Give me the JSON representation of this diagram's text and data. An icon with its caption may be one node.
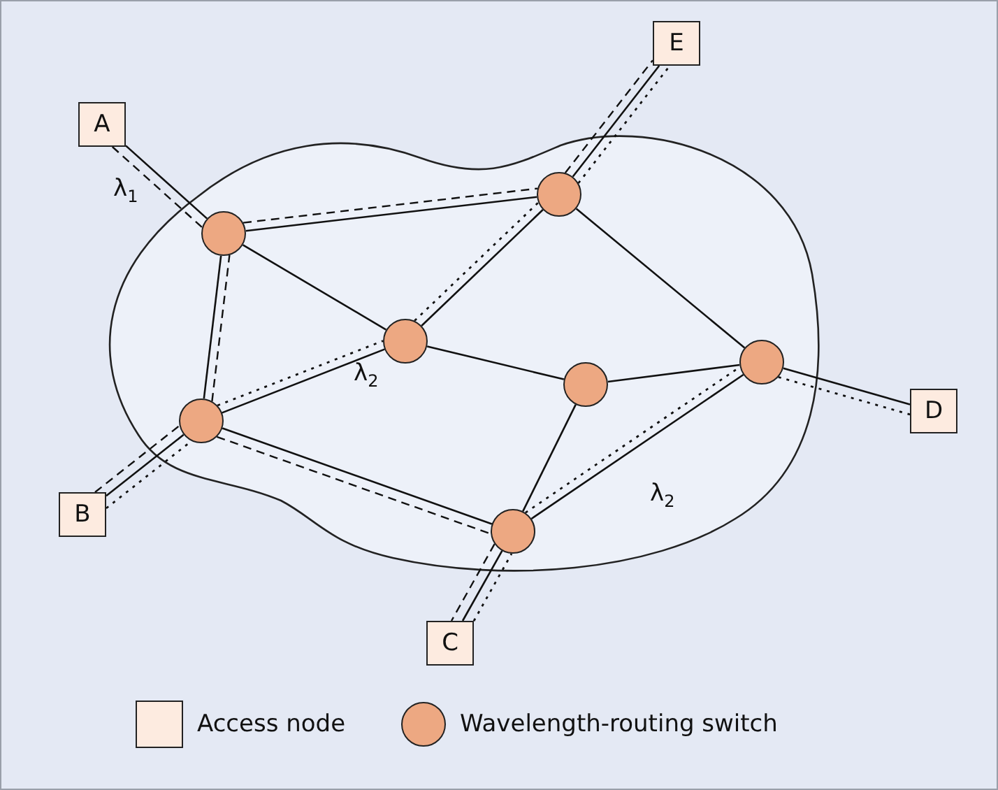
{
  "diagram": {
    "nodes": [
      {
        "text": [
          "A"
        ]
      },
      {
        "text": [
          "E"
        ]
      },
      {
        "text": [],
        "shape": "cloud"
      },
      {
        "text": [],
        "shape": "circle",
        "in": 2
      },
      {
        "text": [],
        "shape": "circle",
        "in": 2
      },
      {
        "text": [],
        "shape": "circle",
        "in": 2
      },
      {
        "text": [],
        "shape": "circle",
        "in": 2
      },
      {
        "text": [],
        "shape": "circle",
        "in": 2
      },
      {
        "text": [],
        "shape": "circle",
        "in": 2
      },
      {
        "text": [],
        "shape": "circle",
        "in": 2
      },
      {
        "text": [
          "D"
        ]
      },
      {
        "text": [
          "B"
        ]
      },
      {
        "text": [
          "C"
        ]
      }
    ],
    "edges": [
      {
        "from": 0,
        "to": 3,
        "arrow": "none"
      },
      {
        "from": 3,
        "to": 4,
        "arrow": "none"
      },
      {
        "from": 1,
        "to": 4,
        "arrow": "none"
      },
      {
        "from": 3,
        "to": 5,
        "arrow": "none"
      },
      {
        "from": 3,
        "to": 8,
        "arrow": "none"
      },
      {
        "from": 4,
        "to": 5,
        "arrow": "none"
      },
      {
        "from": 4,
        "to": 7,
        "arrow": "none"
      },
      {
        "from": 5,
        "to": 6,
        "arrow": "none"
      },
      {
        "from": 5,
        "to": 8,
        "arrow": "none"
      },
      {
        "from": 6,
        "to": 7,
        "arrow": "none"
      },
      {
        "from": 6,
        "to": 9,
        "arrow": "none"
      },
      {
        "from": 8,
        "to": 9,
        "arrow": "none"
      },
      {
        "from": 8,
        "to": 11,
        "arrow": "none"
      },
      {
        "from": 9,
        "to": 12,
        "arrow": "none"
      },
      {
        "from": 7,
        "to": 10,
        "arrow": "none"
      },
      {
        "from": 7,
        "to": 9,
        "arrow": "none"
      },
      {
        "from": 0,
        "to": 3,
        "arrow": "none",
        "style": "dashed"
      },
      {
        "from": 3,
        "to": 4,
        "arrow": "none",
        "style": "dashed"
      },
      {
        "from": 4,
        "to": 1,
        "arrow": "none",
        "style": "dashed"
      },
      {
        "from": 11,
        "to": 8,
        "arrow": "none",
        "style": "dashed"
      },
      {
        "from": 8,
        "to": 3,
        "arrow": "none",
        "style": "dashed"
      },
      {
        "from": 8,
        "to": 9,
        "arrow": "none",
        "style": "dashed"
      },
      {
        "from": 9,
        "to": 12,
        "arrow": "none",
        "style": "dashed"
      },
      {
        "from": 11,
        "to": 8,
        "arrow": "none",
        "style": "dashed"
      },
      {
        "from": 8,
        "to": 5,
        "arrow": "none",
        "style": "dashed"
      },
      {
        "from": 5,
        "to": 4,
        "arrow": "none",
        "style": "dashed"
      },
      {
        "from": 4,
        "to": 1,
        "arrow": "none",
        "style": "dashed"
      },
      {
        "from": 12,
        "to": 9,
        "arrow": "none",
        "style": "dashed"
      },
      {
        "from": 9,
        "to": 7,
        "arrow": "none",
        "style": "dashed"
      },
      {
        "from": 7,
        "to": 10,
        "arrow": "none",
        "style": "dashed"
      }
    ],
    "labels": [
      "λ$_{1}$",
      "λ$_{2}$",
      "λ$_{2}$"
    ],
    "legend": [
      {
        "text": "Access node",
        "color": "#fdebe0"
      },
      {
        "text": "Wavelength-routing switch",
        "color": "#eda882"
      }
    ]
  }
}
